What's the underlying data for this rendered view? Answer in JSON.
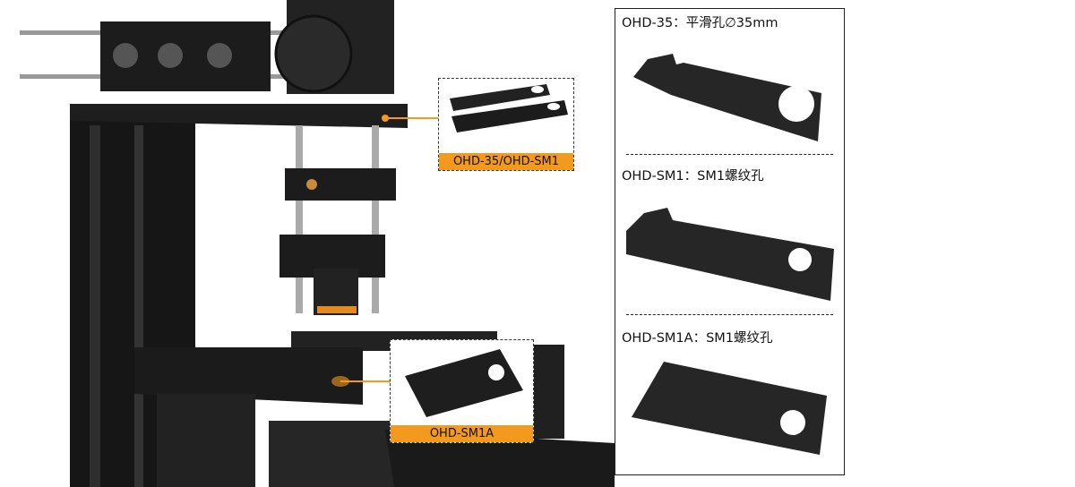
{
  "colors": {
    "accent": "#f39a1e",
    "metal": "#1e1e1e"
  },
  "callouts": [
    {
      "label": "OHD-35/OHD-SM1"
    },
    {
      "label": "OHD-SM1A"
    }
  ],
  "panel": {
    "items": [
      {
        "title": "OHD-35：平滑孔∅35mm"
      },
      {
        "title": "OHD-SM1：SM1螺纹孔"
      },
      {
        "title": "OHD-SM1A：SM1螺纹孔"
      }
    ]
  }
}
